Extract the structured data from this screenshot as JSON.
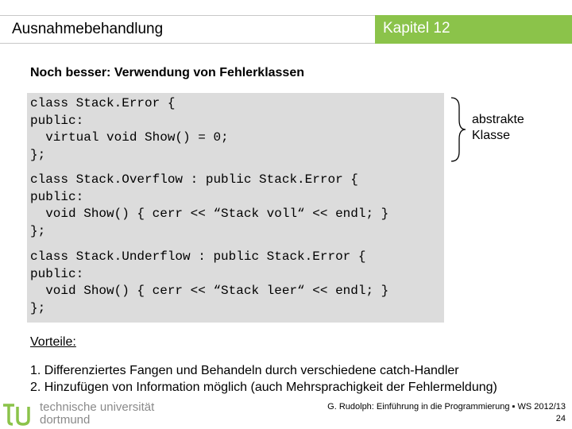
{
  "header": {
    "title": "Ausnahmebehandlung",
    "chapter": "Kapitel 12"
  },
  "subtitle": "Noch besser: Verwendung von Fehlerklassen",
  "code_blocks": [
    "class Stack.Error {\npublic:\n  virtual void Show() = 0;\n};",
    "class Stack.Overflow : public Stack.Error {\npublic:\n  void Show() { cerr << “Stack voll“ << endl; }\n};",
    "class Stack.Underflow : public Stack.Error {\npublic:\n  void Show() { cerr << “Stack leer“ << endl; }\n};"
  ],
  "brace_label": {
    "line1": "abstrakte",
    "line2": "Klasse"
  },
  "vorteile": {
    "heading": "Vorteile:",
    "items": [
      "1. Differenziertes Fangen und Behandeln durch verschiedene catch-Handler",
      "2. Hinzufügen von Information möglich (auch Mehrsprachigkeit der Fehlermeldung)"
    ]
  },
  "logo": {
    "line1": "technische universität",
    "line2": "dortmund"
  },
  "footer": {
    "credit": "G. Rudolph: Einführung in die Programmierung ▪ WS 2012/13",
    "page": "24"
  },
  "colors": {
    "accent": "#8bc34a",
    "code_background": "#dcdcdc"
  }
}
